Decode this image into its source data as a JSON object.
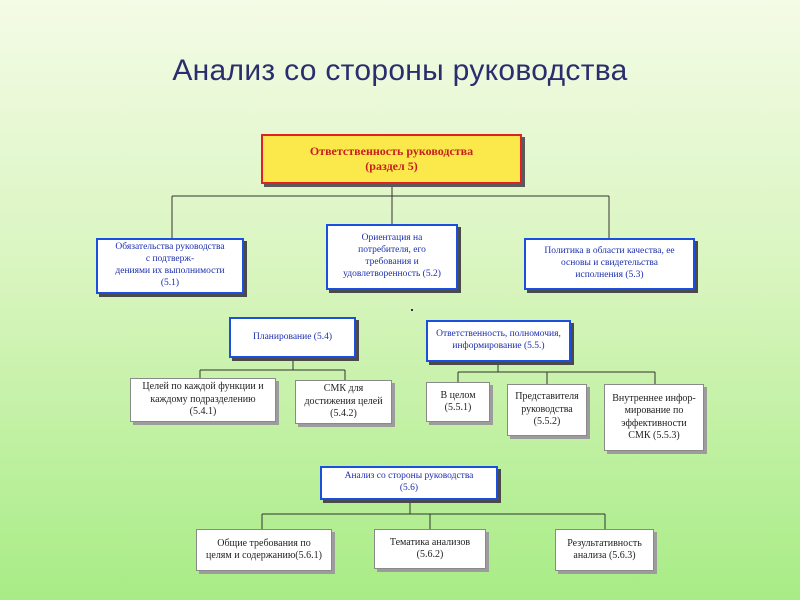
{
  "title": "Анализ со стороны руководства",
  "root": {
    "line1": "Ответственность руководства",
    "line2": "(раздел 5)"
  },
  "level1": [
    {
      "lines": [
        "Обязательства руководства",
        "с подтверж-",
        "дениями их выполнимости",
        "(5.1)"
      ]
    },
    {
      "lines": [
        "Ориентация на",
        "потребителя, его",
        "требования и",
        "удовлетворенность (5.2)"
      ]
    },
    {
      "lines": [
        "Политика в области качества, ее",
        "основы и свидетельства",
        "исполнения (5.3)"
      ]
    }
  ],
  "level2": [
    {
      "lines": [
        "Планирование (5.4)"
      ]
    },
    {
      "lines": [
        "Ответственность, полномочия,",
        "информирование (5.5.)"
      ]
    }
  ],
  "planning_children": [
    {
      "lines": [
        "Целей по каждой функции и",
        "каждому подразделению",
        "(5.4.1)"
      ]
    },
    {
      "lines": [
        "СМК для",
        "достижения целей",
        "(5.4.2)"
      ]
    }
  ],
  "responsibility_children": [
    {
      "lines": [
        "В целом",
        "(5.5.1)"
      ]
    },
    {
      "lines": [
        "Представителя",
        "руководства",
        "(5.5.2)"
      ]
    },
    {
      "lines": [
        "Внутреннее инфор-",
        "мирование по",
        "эффективности",
        "СМК (5.5.3)"
      ]
    }
  ],
  "review": {
    "lines": [
      "Анализ со стороны руководства",
      "(5.6)"
    ]
  },
  "review_children": [
    {
      "lines": [
        "Общие требования по",
        "целям и содержанию(5.6.1)"
      ]
    },
    {
      "lines": [
        "Тематика анализов",
        "(5.6.2)"
      ]
    },
    {
      "lines": [
        "Результативность",
        "анализа (5.6.3)"
      ]
    }
  ],
  "colors": {
    "root_fill": "#fbe94c",
    "root_border": "#e02222",
    "blue_border": "#1a4fe0",
    "blue_text": "#1c2fb0"
  }
}
